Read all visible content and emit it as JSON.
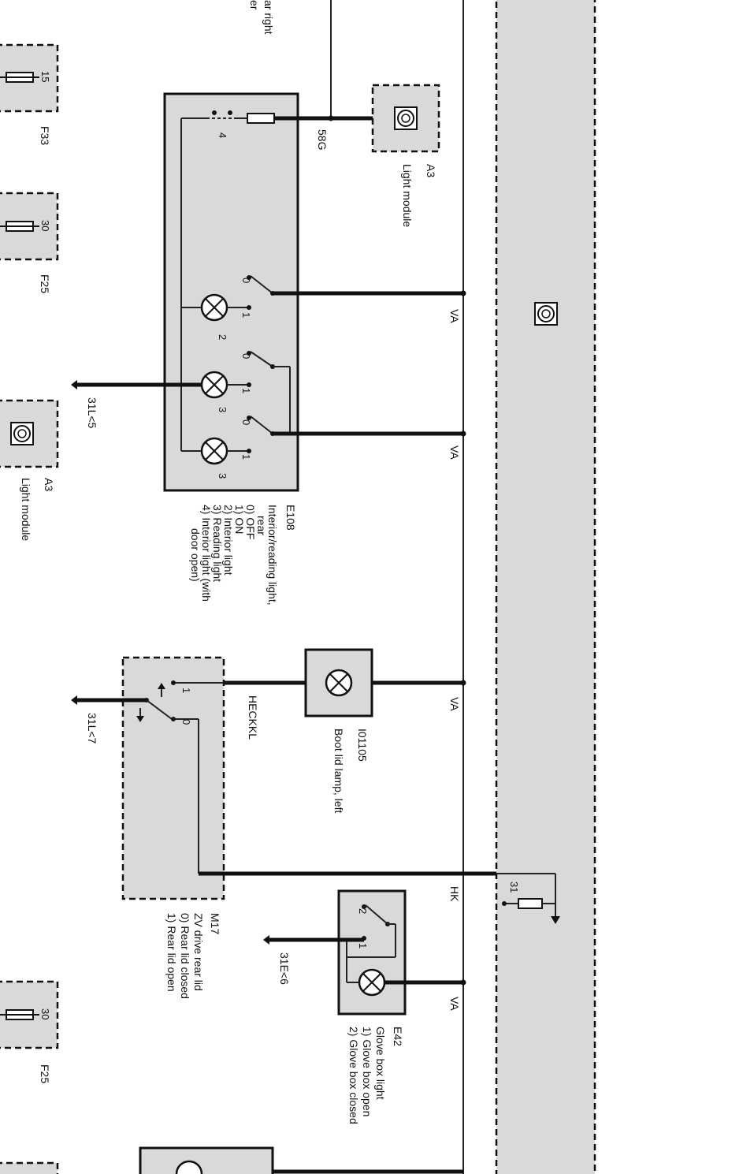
{
  "top_left_text": [
    "ar right",
    "er"
  ],
  "components": {
    "f33": {
      "id": "F33",
      "pin": "15"
    },
    "f25_a": {
      "id": "F25",
      "pin": "30"
    },
    "f25_b": {
      "id": "F25",
      "pin": "30"
    },
    "a3_top": {
      "id": "A3",
      "name": "Light module"
    },
    "a3_left": {
      "id": "A3",
      "name": "Light module"
    },
    "e108": {
      "id": "E108",
      "description": [
        "Interior/reading light,",
        "rear",
        "0) OFF",
        "1) ON",
        "2) Interior light",
        "3) Reading light",
        "4) Interior light (with",
        "door open)"
      ],
      "pin_labels": [
        "4",
        "0",
        "1",
        "2",
        "0",
        "1",
        "3",
        "0",
        "1",
        "3"
      ]
    },
    "i01105": {
      "id": "I01105",
      "name": "Boot lid lamp, left"
    },
    "m17": {
      "id": "M17",
      "description": [
        "ZV drive rear lid",
        "0) Rear lid closed",
        "1) Rear lid open"
      ],
      "tag": "HECKKL",
      "pins": [
        "1",
        "0"
      ]
    },
    "e42": {
      "id": "E42",
      "description": [
        "Glove box light",
        "1) Glove box open",
        "2) Glove box closed"
      ],
      "pins": [
        "2",
        "1"
      ]
    }
  },
  "wire_labels": {
    "w58g": "58G",
    "va1": "VA",
    "va2": "VA",
    "va3": "VA",
    "va4": "VA",
    "hk": "HK",
    "g31l5": "31L<5",
    "g31l7": "31L<7",
    "g31e6": "31E<6",
    "n31": "31"
  },
  "icons": [
    "light-module-icon",
    "fuse-icon",
    "lamp-icon",
    "switch-icon",
    "ground-icon"
  ]
}
